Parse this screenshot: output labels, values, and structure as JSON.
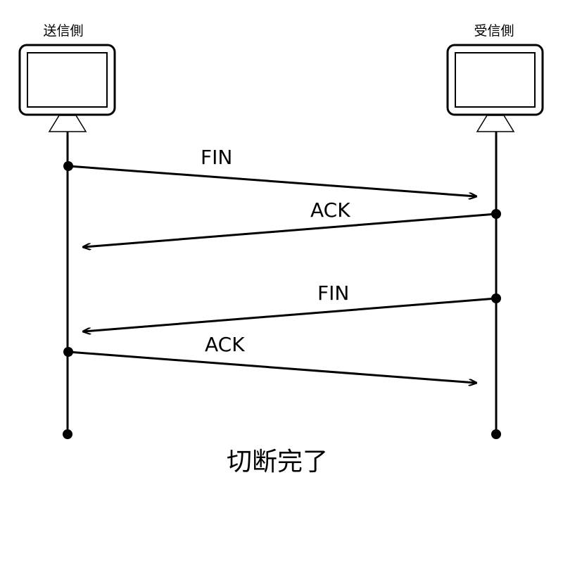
{
  "hosts": {
    "sender": {
      "label": "送信側"
    },
    "receiver": {
      "label": "受信側"
    }
  },
  "messages": [
    {
      "label": "FIN",
      "from": "sender",
      "to": "receiver"
    },
    {
      "label": "ACK",
      "from": "receiver",
      "to": "sender"
    },
    {
      "label": "FIN",
      "from": "receiver",
      "to": "sender"
    },
    {
      "label": "ACK",
      "from": "sender",
      "to": "receiver"
    }
  ],
  "footer": {
    "text": "切断完了"
  }
}
